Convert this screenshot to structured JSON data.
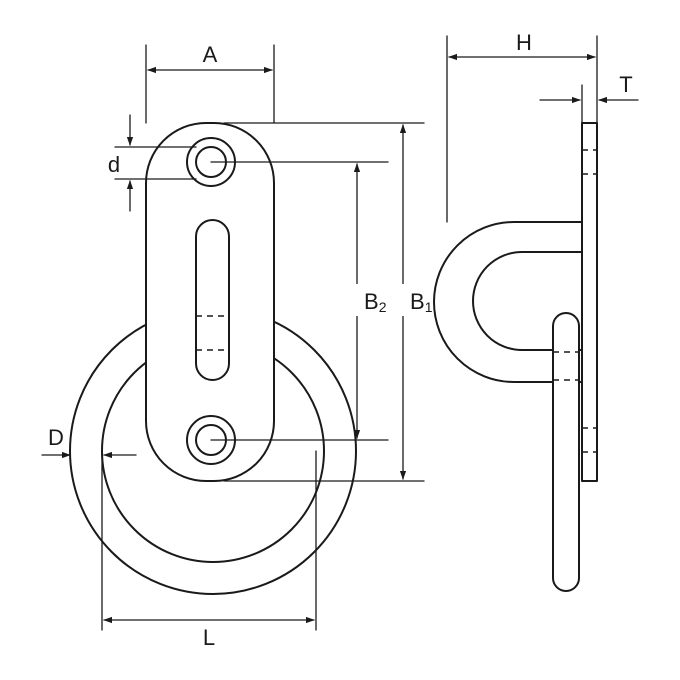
{
  "dimensions": {
    "A": "A",
    "d": "d",
    "B2": {
      "main": "B",
      "sub": "2"
    },
    "B1": {
      "main": "B",
      "sub": "1"
    },
    "D": "D",
    "L": "L",
    "H": "H",
    "T": "T"
  },
  "colors": {
    "line": "#1a1a1a",
    "background": "#ffffff"
  }
}
